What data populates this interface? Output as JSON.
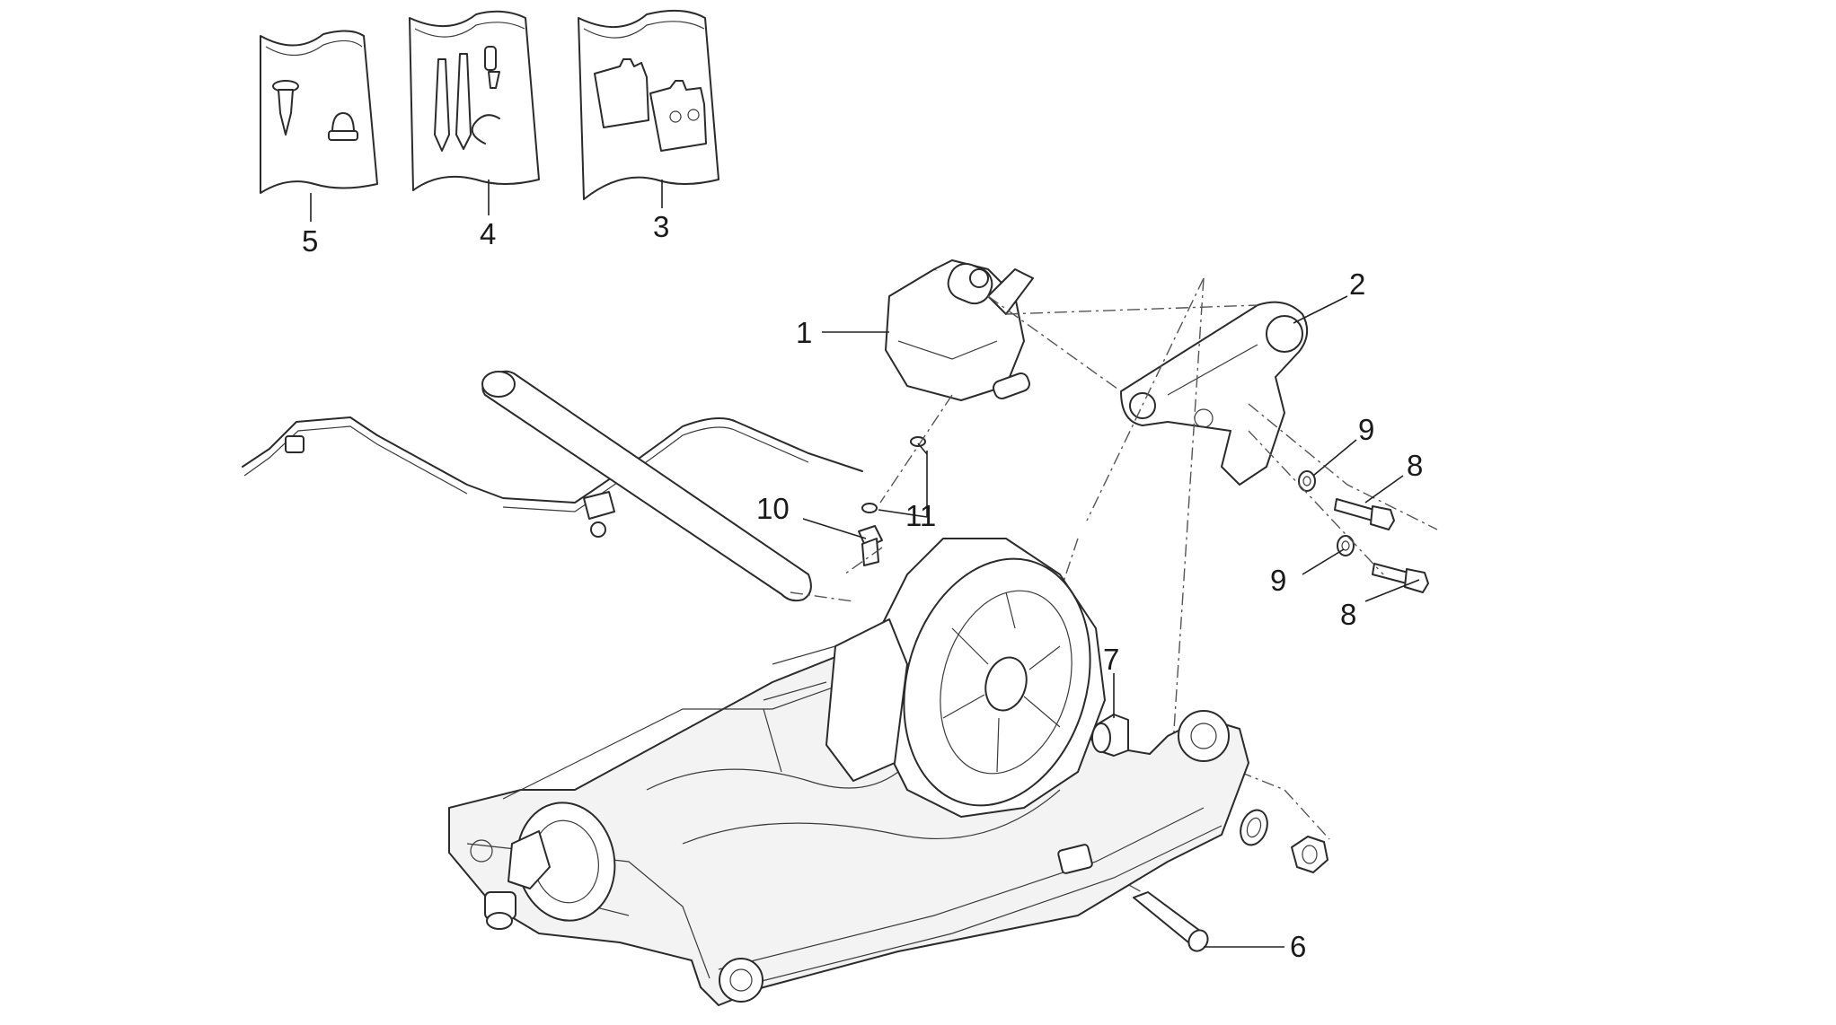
{
  "diagram": {
    "callouts": [
      {
        "id": "c1",
        "label": "1"
      },
      {
        "id": "c2",
        "label": "2"
      },
      {
        "id": "c3",
        "label": "3"
      },
      {
        "id": "c4",
        "label": "4"
      },
      {
        "id": "c5",
        "label": "5"
      },
      {
        "id": "c6",
        "label": "6"
      },
      {
        "id": "c7",
        "label": "7"
      },
      {
        "id": "c8a",
        "label": "8"
      },
      {
        "id": "c8b",
        "label": "8"
      },
      {
        "id": "c9a",
        "label": "9"
      },
      {
        "id": "c9b",
        "label": "9"
      },
      {
        "id": "c10",
        "label": "10"
      },
      {
        "id": "c11",
        "label": "11"
      }
    ]
  }
}
